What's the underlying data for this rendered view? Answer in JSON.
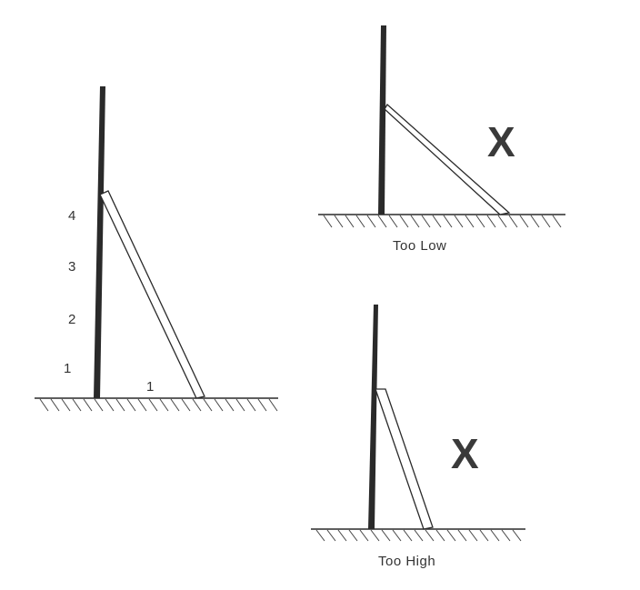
{
  "diagram": {
    "correct": {
      "height_labels": [
        "4",
        "3",
        "2",
        "1"
      ],
      "base_label": "1"
    },
    "too_low": {
      "mark": "X",
      "caption": "Too Low"
    },
    "too_high": {
      "mark": "X",
      "caption": "Too High"
    }
  },
  "colors": {
    "ink": "#2a2a2a",
    "label": "#333333",
    "background": "#ffffff"
  }
}
